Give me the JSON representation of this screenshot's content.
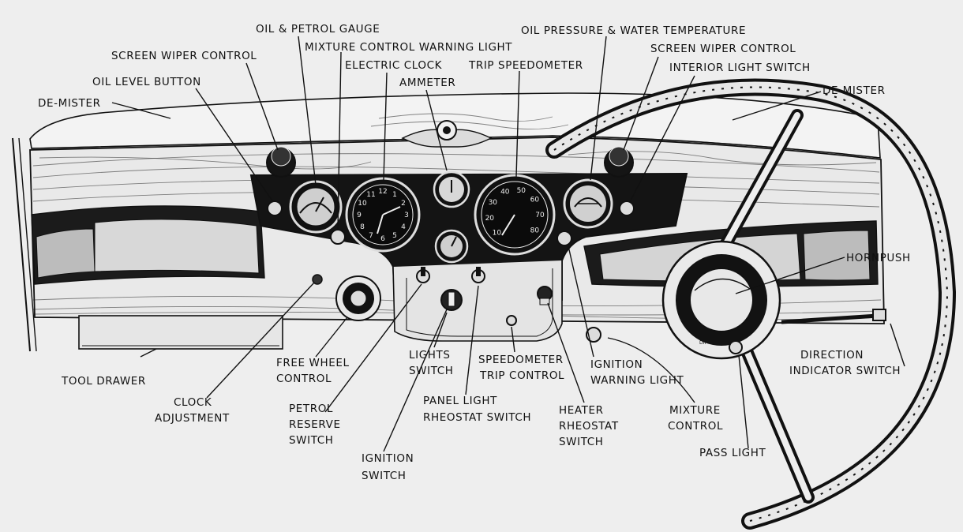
{
  "labels": {
    "oil_petrol_gauge": "OIL & PETROL GAUGE",
    "mixture_control_warning_light": "MIXTURE CONTROL WARNING LIGHT",
    "screen_wiper_control_left": "SCREEN WIPER CONTROL",
    "electric_clock": "ELECTRIC CLOCK",
    "ammeter": "AMMETER",
    "oil_level_button": "OIL LEVEL BUTTON",
    "de_mister_left": "DE-MISTER",
    "oil_pressure_water_temperature": "OIL PRESSURE & WATER TEMPERATURE",
    "trip_speedometer": "TRIP SPEEDOMETER",
    "screen_wiper_control_right": "SCREEN WIPER CONTROL",
    "interior_light_switch": "INTERIOR LIGHT SWITCH",
    "de_mister_right": "DE-MISTER",
    "hornpush": "HORNPUSH",
    "direction_indicator_switch_1": "DIRECTION",
    "direction_indicator_switch_2": "INDICATOR SWITCH",
    "tool_drawer": "TOOL DRAWER",
    "clock_adjustment_1": "CLOCK",
    "clock_adjustment_2": "ADJUSTMENT",
    "free_wheel_control_1": "FREE WHEEL",
    "free_wheel_control_2": "CONTROL",
    "petrol_reserve_switch_1": "PETROL",
    "petrol_reserve_switch_2": "RESERVE",
    "petrol_reserve_switch_3": "SWITCH",
    "ignition_switch_1": "IGNITION",
    "ignition_switch_2": "SWITCH",
    "lights_switch_1": "LIGHTS",
    "lights_switch_2": "SWITCH",
    "speedometer_trip_control_1": "SPEEDOMETER",
    "speedometer_trip_control_2": "TRIP CONTROL",
    "panel_light_rheostat_switch_1": "PANEL LIGHT",
    "panel_light_rheostat_switch_2": "RHEOSTAT SWITCH",
    "heater_rheostat_switch_1": "HEATER",
    "heater_rheostat_switch_2": "RHEOSTAT",
    "heater_rheostat_switch_3": "SWITCH",
    "ignition_warning_light_1": "IGNITION",
    "ignition_warning_light_2": "WARNING LIGHT",
    "mixture_control_1": "MIXTURE",
    "mixture_control_2": "CONTROL",
    "pass_light": "PASS LIGHT"
  },
  "dial_text": {
    "clock_numerals": [
      "12",
      "1",
      "2",
      "3",
      "4",
      "5",
      "6",
      "7",
      "8",
      "9",
      "10",
      "11"
    ],
    "speedo_numerals": [
      "10",
      "20",
      "30",
      "40",
      "50",
      "60",
      "70",
      "80"
    ],
    "horn_dip": "DIP"
  },
  "colors": {
    "background": "#eeeeee",
    "ink": "#111111",
    "wood": "#e4e4e4",
    "panel": "#141414"
  }
}
